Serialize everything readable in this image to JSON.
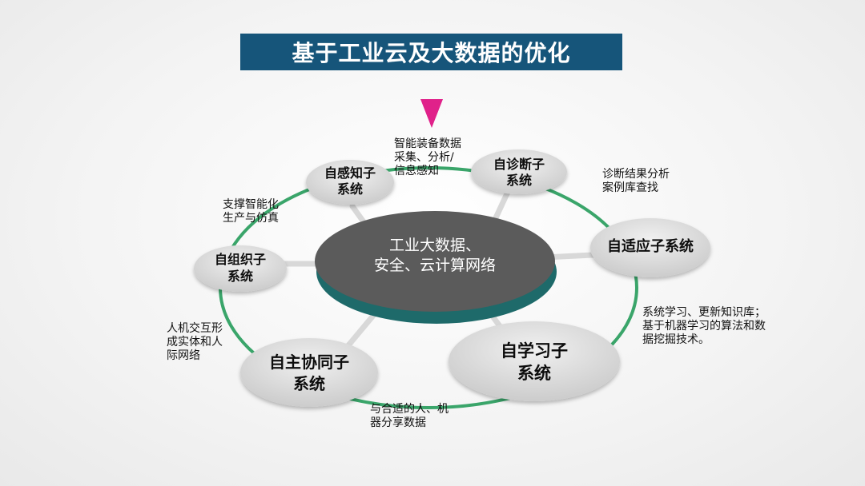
{
  "title": "基于工业云及大数据的优化",
  "center": {
    "line1": "工业大数据、",
    "line2": "安全、云计算网络"
  },
  "nodes": [
    {
      "id": "sense",
      "line1": "自感知子",
      "line2": "系统"
    },
    {
      "id": "diag",
      "line1": "自诊断子",
      "line2": "系统"
    },
    {
      "id": "adapt",
      "line1": "自适应子系统",
      "line2": ""
    },
    {
      "id": "learn",
      "line1": "自学习子",
      "line2": "系统"
    },
    {
      "id": "coop",
      "line1": "自主协同子",
      "line2": "系统"
    },
    {
      "id": "org",
      "line1": "自组织子",
      "line2": "系统"
    }
  ],
  "annotations": {
    "sense_diag": "智能装备数据\n采集、分析/\n信息感知",
    "diag_adapt": "诊断结果分析\n案例库查找",
    "adapt_learn": "系统学习、更新知识库；\n基于机器学习的算法和数\n据挖掘技术。",
    "learn_coop": "与合适的人、机\n器分享数据",
    "coop_org": "人机交互形\n成实体和人\n际网络",
    "org_sense": "支撑智能化\n生产与仿真"
  },
  "colors": {
    "title_bg": "#16557a",
    "ring": "#3aa56a",
    "center_fill": "#5b5b5b",
    "center_shadow": "#1e6a6a",
    "node_fill": "#d4d4d4",
    "marker": "#e0218a"
  }
}
